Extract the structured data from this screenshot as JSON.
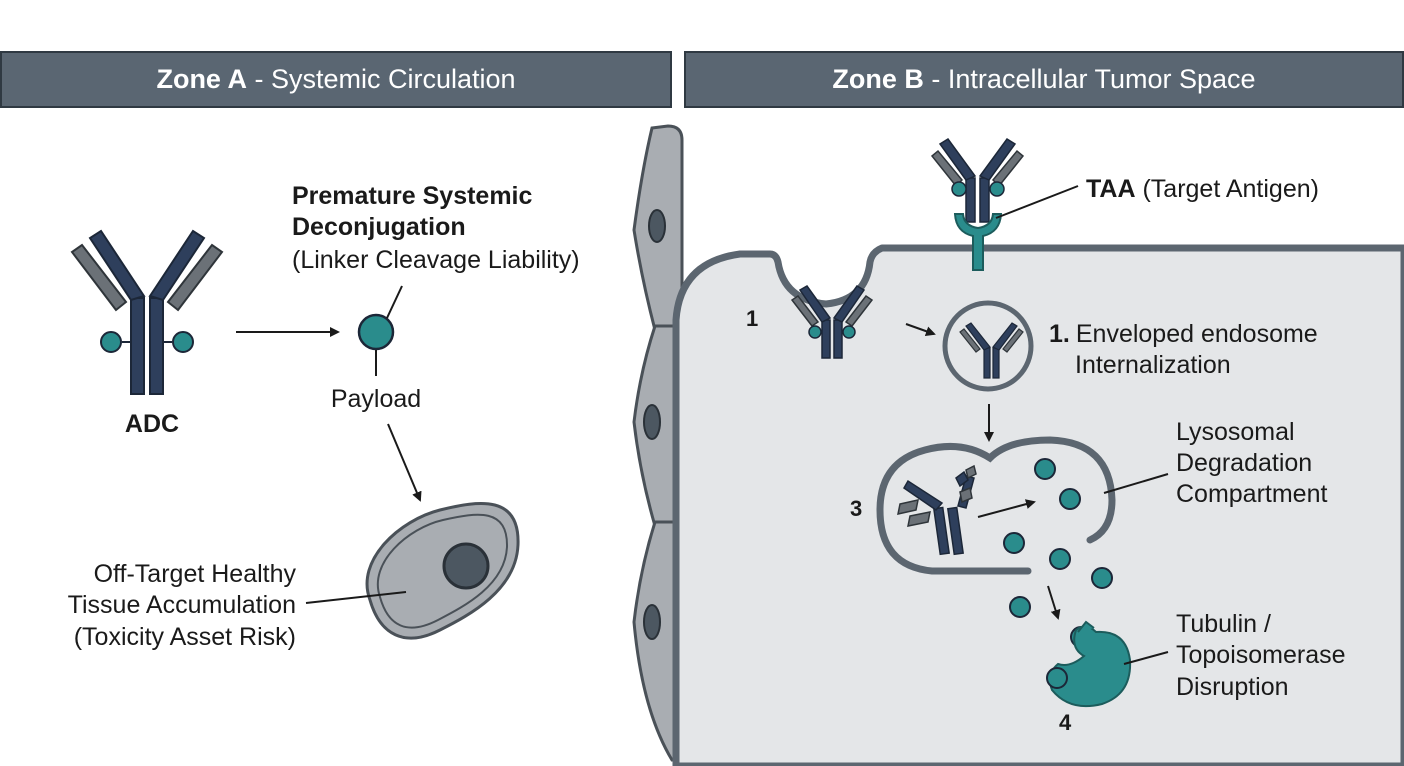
{
  "zone_a": {
    "header_bold": "Zone A",
    "header_rest": " - Systemic Circulation",
    "adc_label": "ADC",
    "deconj_title_line1": "Premature Systemic",
    "deconj_title_line2": "Deconjugation",
    "deconj_subtitle": "(Linker Cleavage Liability)",
    "payload_label": "Payload",
    "offtarget_line1": "Off-Target Healthy",
    "offtarget_line2": "Tissue Accumulation",
    "offtarget_line3": "(Toxicity Asset Risk)"
  },
  "zone_b": {
    "header_bold": "Zone B",
    "header_rest": " - Intracellular Tumor Space",
    "taa_bold": "TAA",
    "taa_rest": " (Target Antigen)",
    "step1_number": "1",
    "step1_label_number": "1.",
    "step1_label_line1": "Enveloped endosome",
    "step1_label_line2": "Internalization",
    "step3_number": "3",
    "lysosome_line1": "Lysosomal",
    "lysosome_line2": "Degradation",
    "lysosome_line3": "Compartment",
    "step4_number": "4",
    "target_line1": "Tubulin /",
    "target_line2": "Topoisomerase",
    "target_line3": "Disruption"
  },
  "colors": {
    "header_bg": "#5a6672",
    "antibody_dark": "#2e3f5c",
    "antibody_gray": "#6b7177",
    "payload_teal": "#2a8c8c",
    "cell_fill": "#e4e6e8",
    "membrane": "#5c6670"
  }
}
